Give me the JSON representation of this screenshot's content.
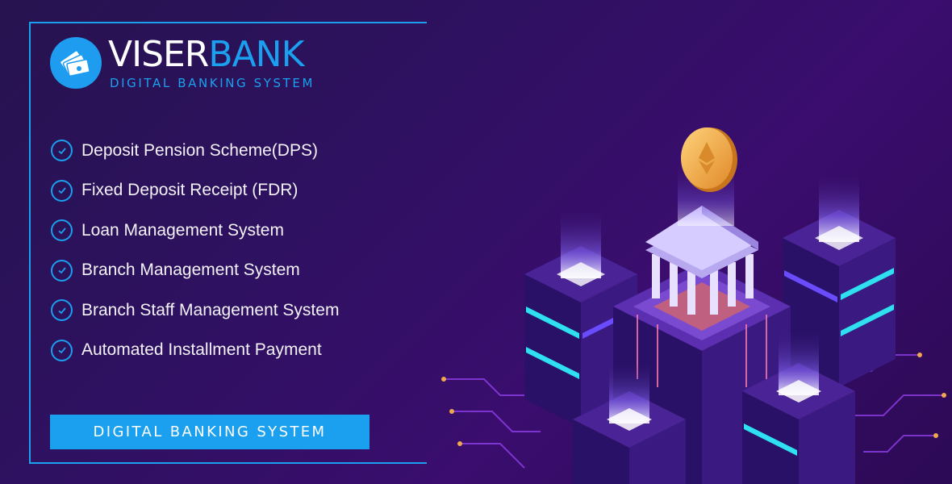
{
  "brand": {
    "name_part1": "VISER",
    "name_part2": "BANK",
    "tagline": "DIGITAL BANKING SYSTEM",
    "logo_icon": "money-stack-icon"
  },
  "features": [
    {
      "label": "Deposit Pension Scheme(DPS)",
      "icon": "check-circle-icon"
    },
    {
      "label": "Fixed Deposit Receipt (FDR)",
      "icon": "check-circle-icon"
    },
    {
      "label": "Loan Management System",
      "icon": "check-circle-icon"
    },
    {
      "label": "Branch Management System",
      "icon": "check-circle-icon"
    },
    {
      "label": "Branch Staff Management System",
      "icon": "check-circle-icon"
    },
    {
      "label": "Automated Installment Payment",
      "icon": "check-circle-icon"
    }
  ],
  "cta": {
    "label": "DIGITAL BANKING SYSTEM"
  },
  "colors": {
    "accent": "#1aa0ee",
    "background": "#2e1160",
    "tower_top": "#5b2fb0",
    "coin": "#f5b04a"
  }
}
